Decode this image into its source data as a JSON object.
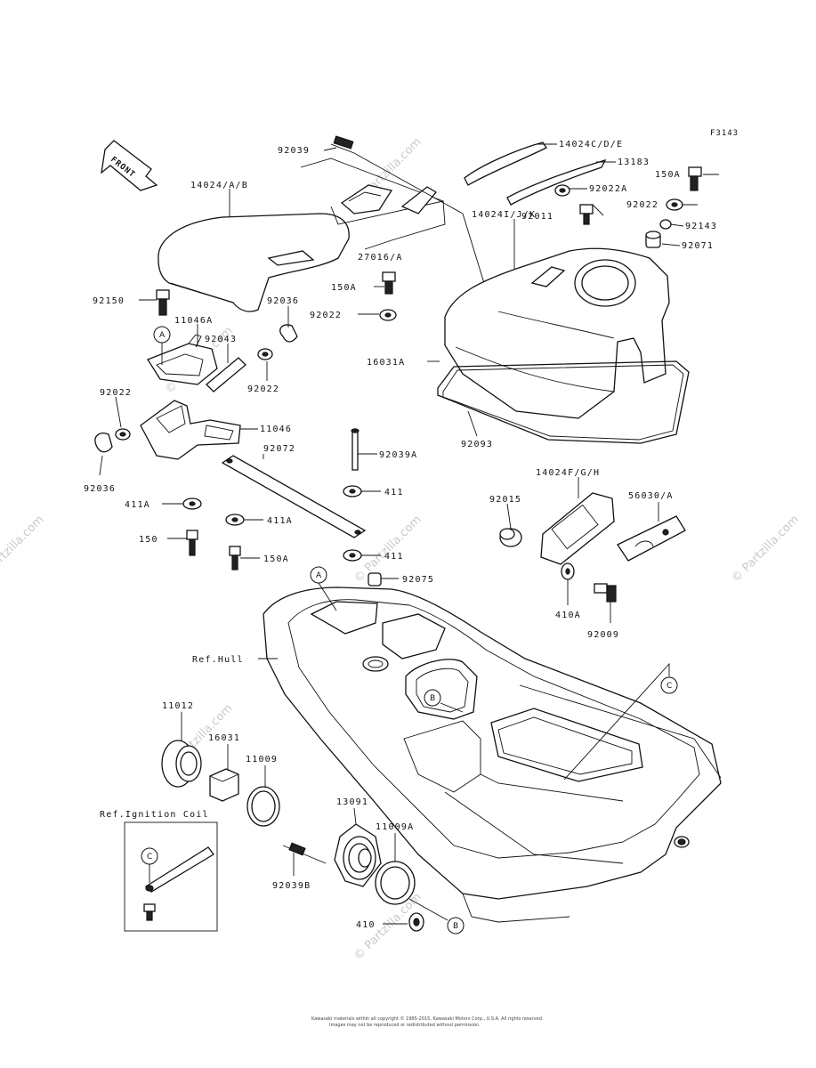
{
  "figure_code": "F3143",
  "front_label": "FRONT",
  "watermark": "© Partzilla.com",
  "copyright_line1": "Kawasaki materials within all copyright © 1985-2015, Kawasaki Motors Corp., U.S.A. All rights reserved.",
  "copyright_line2": "Images may not be reproduced or redistributed without permission.",
  "labels": {
    "p92039": "92039",
    "p14024CDE": "14024C/D/E",
    "p13183": "13183",
    "p150A_top": "150A",
    "p92022A": "92022A",
    "p14024AB": "14024/A/B",
    "p92022_top": "92022",
    "p92011": "92011",
    "p92143": "92143",
    "p14024IJK": "14024I/J/K",
    "p92071": "92071",
    "p27016A": "27016/A",
    "p150A_mid": "150A",
    "p92150": "92150",
    "p92036_top": "92036",
    "p11046A": "11046A",
    "p92022_mid": "92022",
    "p92043": "92043",
    "p16031A": "16031A",
    "p92022_left": "92022",
    "p92022_low": "92022",
    "p92093": "92093",
    "p11046": "11046",
    "p92072": "92072",
    "p92039A": "92039A",
    "p92036_low": "92036",
    "p14024FGH": "14024F/G/H",
    "p411A_left": "411A",
    "p411_right": "411",
    "p92015": "92015",
    "p56030A": "56030/A",
    "p411A_mid": "411A",
    "p150": "150",
    "p150A_low": "150A",
    "p411_low": "411",
    "p92075": "92075",
    "p410A": "410A",
    "p92009": "92009",
    "refHull": "Ref.Hull",
    "p11012": "11012",
    "p16031": "16031",
    "p11009": "11009",
    "refIgnition": "Ref.Ignition Coil",
    "p13091": "13091",
    "p11009A": "11009A",
    "p92039B": "92039B",
    "p410": "410"
  },
  "callouts": {
    "A": "A",
    "B": "B",
    "C": "C"
  }
}
